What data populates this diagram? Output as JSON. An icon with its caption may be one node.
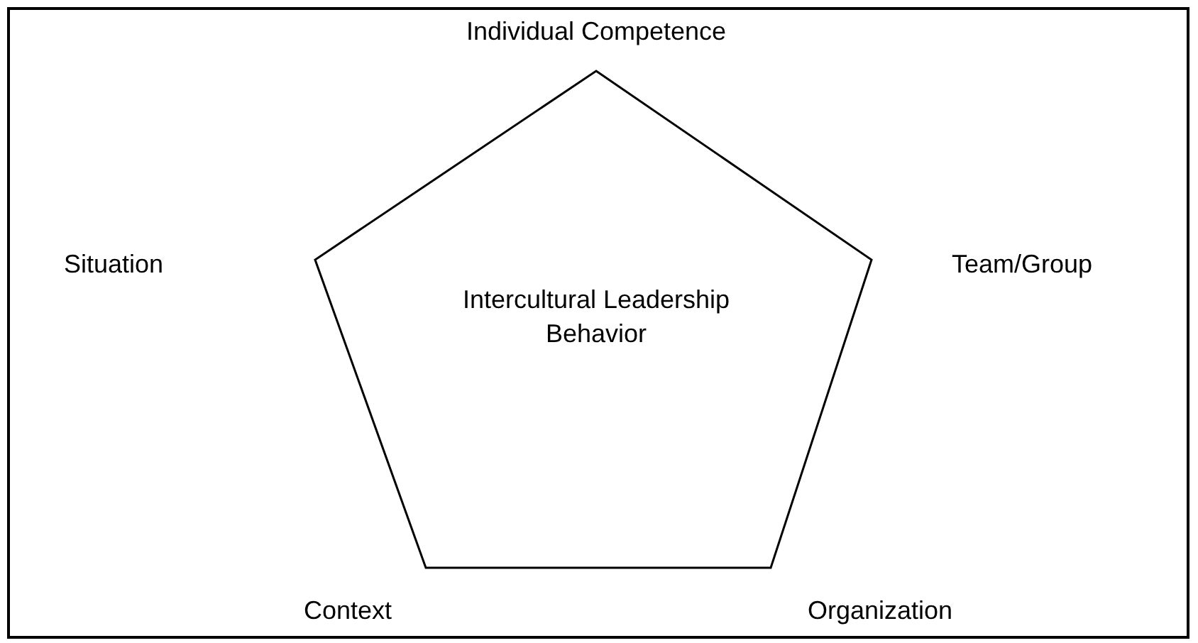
{
  "diagram": {
    "nodes": [
      {
        "text": [
          "Intercultural Leadership Behavior"
        ]
      }
    ],
    "labels": [
      "Individual Competence",
      "Situation",
      "Team/Group",
      "Context",
      "Organization"
    ]
  }
}
